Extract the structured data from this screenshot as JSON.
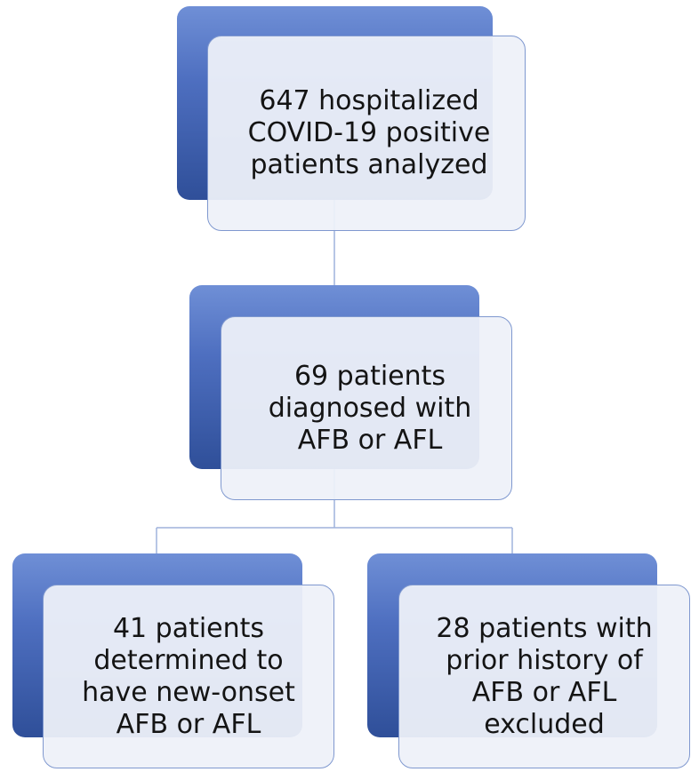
{
  "flowchart": {
    "nodes": [
      {
        "id": "total",
        "text": "647 hospitalized\nCOVID-19 positive\npatients analyzed"
      },
      {
        "id": "afb_afl",
        "text": "69 patients\ndiagnosed with\nAFB or AFL"
      },
      {
        "id": "new_onset",
        "text": "41 patients\ndetermined to\nhave new-onset\nAFB or AFL"
      },
      {
        "id": "excluded",
        "text": "28 patients with\nprior history of\nAFB or AFL\nexcluded"
      }
    ],
    "edges": [
      {
        "from": "total",
        "to": "afb_afl"
      },
      {
        "from": "afb_afl",
        "to": "new_onset"
      },
      {
        "from": "afb_afl",
        "to": "excluded"
      }
    ]
  },
  "colors": {
    "block_gradient_top": "#6f8fd6",
    "block_gradient_bottom": "#2f4f99",
    "card_border": "#7f98cf",
    "card_fill": "#eef1f9",
    "connector": "#9fb2dc",
    "text": "#141414"
  }
}
